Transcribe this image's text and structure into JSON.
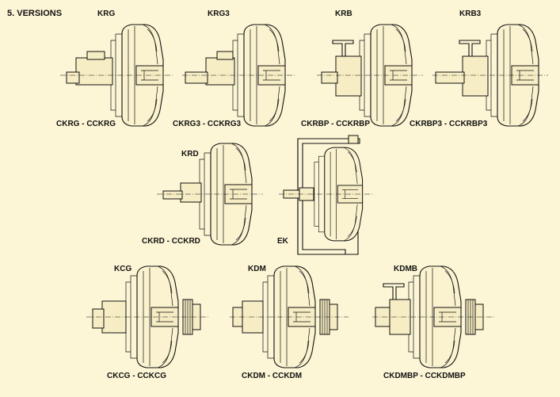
{
  "section_title": "5. VERSIONS",
  "colors": {
    "background": "#fdf6d6",
    "ink": "#111111"
  },
  "versions": [
    {
      "id": "krg",
      "code": "KRG",
      "caption": "CKRG - CCKRG"
    },
    {
      "id": "krg3",
      "code": "KRG3",
      "caption": "CKRG3 - CCKRG3"
    },
    {
      "id": "krb",
      "code": "KRB",
      "caption": "CKRBP - CCKRBP"
    },
    {
      "id": "krb3",
      "code": "KRB3",
      "caption": "CKRBP3 - CCKRBP3"
    },
    {
      "id": "krd",
      "code": "KRD",
      "caption": "CKRD - CCKRD"
    },
    {
      "id": "ek",
      "code": "EK",
      "caption": ""
    },
    {
      "id": "kcg",
      "code": "KCG",
      "caption": "CKCG - CCKCG"
    },
    {
      "id": "kdm",
      "code": "KDM",
      "caption": "CKDM - CCKDM"
    },
    {
      "id": "kdmb",
      "code": "KDMB",
      "caption": "CKDMBP - CCKDMBP"
    }
  ]
}
